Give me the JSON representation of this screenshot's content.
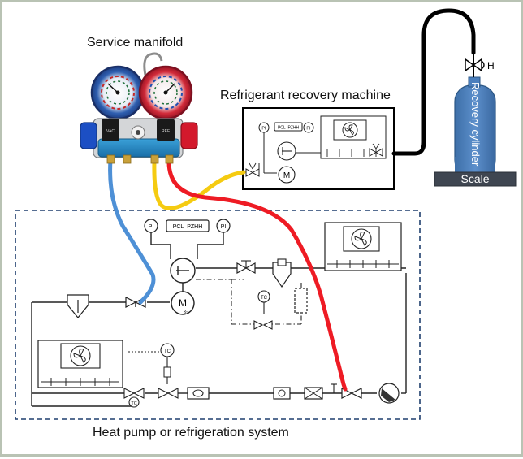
{
  "labels": {
    "manifold": "Service manifold",
    "recovery_machine": "Refrigerant recovery machine",
    "recovery_cylinder": "Recovery cylinder",
    "scale": "Scale",
    "system": "Heat pump or refrigeration system",
    "valve_handle": "H"
  },
  "machine_box": {
    "pi_left": "PI",
    "pi_right": "PI",
    "switch_label": "PCL–PZHH"
  },
  "system_box": {
    "pi_left": "PI",
    "pi_right": "PI",
    "switch_label": "PCL–PZHH",
    "motor_label": "M",
    "motor_sub": "3~",
    "tc_upper": "TC",
    "tc_lower": "TC",
    "tc_expansion": "TC"
  },
  "machine_motor": "M",
  "gauges": {
    "low_side": "low-pressure gauge",
    "high_side": "high-pressure gauge",
    "vac_tag": "VAC",
    "ref_tag": "REF"
  },
  "hose_colors": {
    "blue": "#4e90d6",
    "yellow": "#f5cb11",
    "red": "#ee1b24",
    "black": "#000000"
  }
}
